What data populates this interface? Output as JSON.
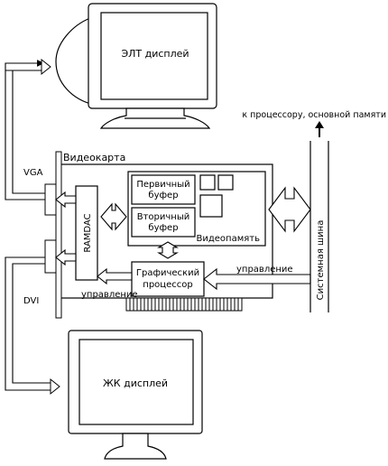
{
  "diagram": {
    "crt_label": "ЭЛТ дисплей",
    "lcd_label": "ЖК дисплей",
    "card_label": "Видеокарта",
    "vga_label": "VGA",
    "dvi_label": "DVI",
    "ramdac_label": "RAMDAC",
    "primary_buffer": [
      "Первичный",
      "буфер"
    ],
    "secondary_buffer": [
      "Вторичный",
      "буфер"
    ],
    "video_memory_label": "Видеопамять",
    "gpu_label": [
      "Графический",
      "процессор"
    ],
    "control_label_right": "управление",
    "control_label_left": "управление",
    "system_bus_label": "Системная шина",
    "cpu_memory_label": "к процессору, основной памяти"
  }
}
